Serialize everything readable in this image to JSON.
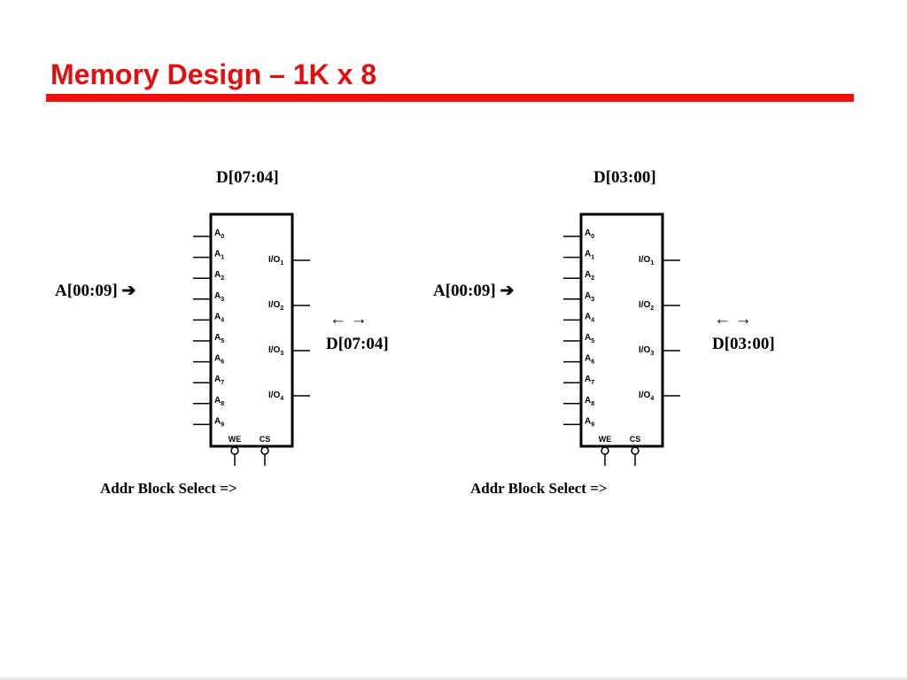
{
  "slide": {
    "title": "Memory Design – 1K x 8"
  },
  "chips": [
    {
      "id": "upper-nibble",
      "top_label": "D[07:04]",
      "address_label": "A[00:09]",
      "io_arrows": "← →",
      "data_label": "D[07:04]",
      "select_label": "Addr Block Select =>",
      "address_pins": [
        "A0",
        "A1",
        "A2",
        "A3",
        "A4",
        "A5",
        "A6",
        "A7",
        "A8",
        "A9"
      ],
      "io_pins": [
        "I/O1",
        "I/O2",
        "I/O3",
        "I/O4"
      ],
      "control_pins": [
        "WE",
        "CS"
      ]
    },
    {
      "id": "lower-nibble",
      "top_label": "D[03:00]",
      "address_label": "A[00:09]",
      "io_arrows": "← →",
      "data_label": "D[03:00]",
      "select_label": "Addr Block Select =>",
      "address_pins": [
        "A0",
        "A1",
        "A2",
        "A3",
        "A4",
        "A5",
        "A6",
        "A7",
        "A8",
        "A9"
      ],
      "io_pins": [
        "I/O1",
        "I/O2",
        "I/O3",
        "I/O4"
      ],
      "control_pins": [
        "WE",
        "CS"
      ]
    }
  ]
}
